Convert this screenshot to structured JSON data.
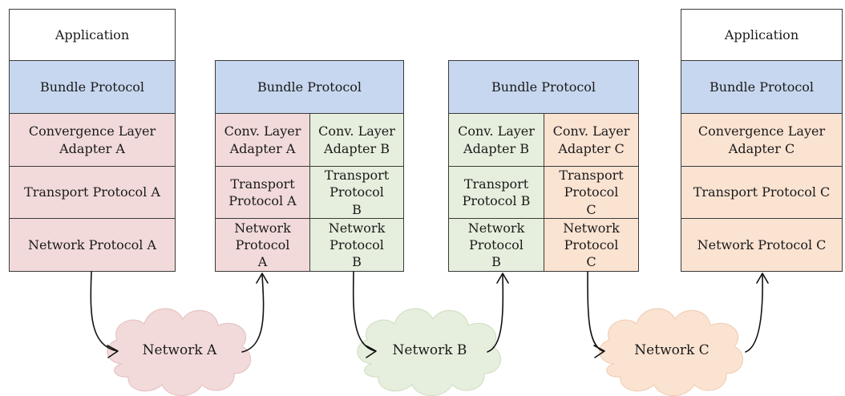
{
  "colors": {
    "application": "#ffffff",
    "bundle_protocol": "#c7d7ef",
    "network_a": "#f2dada",
    "network_b": "#e6efdd",
    "network_c": "#fbe3d2",
    "border": "#3a3a3a"
  },
  "node1": {
    "application": "Application",
    "bundle": "Bundle Protocol",
    "cla": "Convergence Layer Adapter A",
    "transport": "Transport Protocol A",
    "network": "Network Protocol A"
  },
  "node2": {
    "bundle": "Bundle Protocol",
    "left": {
      "cla": "Conv. Layer Adapter A",
      "transport": "Transport Protocol A",
      "network": "Network Protocol A"
    },
    "right": {
      "cla": "Conv. Layer Adapter B",
      "transport": "Transport Protocol B",
      "network": "Network Protocol B"
    }
  },
  "node3": {
    "bundle": "Bundle Protocol",
    "left": {
      "cla": "Conv. Layer Adapter B",
      "transport": "Transport Protocol B",
      "network": "Network Protocol B"
    },
    "right": {
      "cla": "Conv. Layer Adapter C",
      "transport": "Transport Protocol C",
      "network": "Network Protocol C"
    }
  },
  "node4": {
    "application": "Application",
    "bundle": "Bundle Protocol",
    "cla": "Convergence Layer Adapter C",
    "transport": "Transport Protocol C",
    "network": "Network Protocol C"
  },
  "clouds": {
    "a": "Network A",
    "b": "Network B",
    "c": "Network C"
  }
}
